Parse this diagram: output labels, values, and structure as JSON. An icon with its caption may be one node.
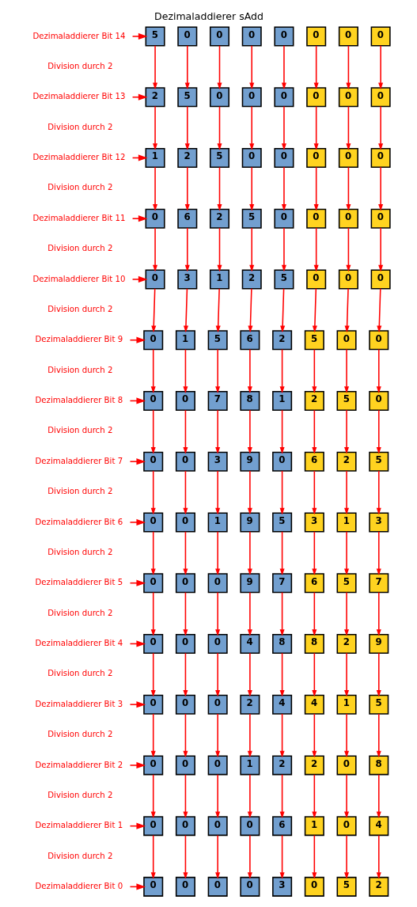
{
  "diagram": {
    "title": "Dezimaladdierer sAdd",
    "nodes": [
      {
        "text": [
          "Dezimaladdierer Bit 14"
        ]
      },
      {
        "text": [
          "5"
        ]
      },
      {
        "text": [
          "0"
        ]
      },
      {
        "text": [
          "0"
        ]
      },
      {
        "text": [
          "0"
        ]
      },
      {
        "text": [
          "0"
        ]
      },
      {
        "text": [
          "0"
        ]
      },
      {
        "text": [
          "0"
        ]
      },
      {
        "text": [
          "0"
        ]
      },
      {
        "text": [
          "Dezimaladdierer Bit 13"
        ]
      },
      {
        "text": [
          "2"
        ]
      },
      {
        "text": [
          "5"
        ]
      },
      {
        "text": [
          "0"
        ]
      },
      {
        "text": [
          "0"
        ]
      },
      {
        "text": [
          "0"
        ]
      },
      {
        "text": [
          "0"
        ]
      },
      {
        "text": [
          "0"
        ]
      },
      {
        "text": [
          "0"
        ]
      },
      {
        "text": [
          "Dezimaladdierer Bit 12"
        ]
      },
      {
        "text": [
          "1"
        ]
      },
      {
        "text": [
          "2"
        ]
      },
      {
        "text": [
          "5"
        ]
      },
      {
        "text": [
          "0"
        ]
      },
      {
        "text": [
          "0"
        ]
      },
      {
        "text": [
          "0"
        ]
      },
      {
        "text": [
          "0"
        ]
      },
      {
        "text": [
          "0"
        ]
      },
      {
        "text": [
          "Dezimaladdierer Bit 11"
        ]
      },
      {
        "text": [
          "0"
        ]
      },
      {
        "text": [
          "6"
        ]
      },
      {
        "text": [
          "2"
        ]
      },
      {
        "text": [
          "5"
        ]
      },
      {
        "text": [
          "0"
        ]
      },
      {
        "text": [
          "0"
        ]
      },
      {
        "text": [
          "0"
        ]
      },
      {
        "text": [
          "0"
        ]
      },
      {
        "text": [
          "Dezimaladdierer Bit 10"
        ]
      },
      {
        "text": [
          "0"
        ]
      },
      {
        "text": [
          "3"
        ]
      },
      {
        "text": [
          "1"
        ]
      },
      {
        "text": [
          "2"
        ]
      },
      {
        "text": [
          "5"
        ]
      },
      {
        "text": [
          "0"
        ]
      },
      {
        "text": [
          "0"
        ]
      },
      {
        "text": [
          "0"
        ]
      },
      {
        "text": [
          "Dezimaladdierer Bit 9"
        ]
      },
      {
        "text": [
          "0"
        ]
      },
      {
        "text": [
          "1"
        ]
      },
      {
        "text": [
          "5"
        ]
      },
      {
        "text": [
          "6"
        ]
      },
      {
        "text": [
          "2"
        ]
      },
      {
        "text": [
          "5"
        ]
      },
      {
        "text": [
          "0"
        ]
      },
      {
        "text": [
          "0"
        ]
      },
      {
        "text": [
          "Dezimaladdierer Bit 8"
        ]
      },
      {
        "text": [
          "0"
        ]
      },
      {
        "text": [
          "0"
        ]
      },
      {
        "text": [
          "7"
        ]
      },
      {
        "text": [
          "8"
        ]
      },
      {
        "text": [
          "1"
        ]
      },
      {
        "text": [
          "2"
        ]
      },
      {
        "text": [
          "5"
        ]
      },
      {
        "text": [
          "0"
        ]
      },
      {
        "text": [
          "Dezimaladdierer Bit 7"
        ]
      },
      {
        "text": [
          "0"
        ]
      },
      {
        "text": [
          "0"
        ]
      },
      {
        "text": [
          "3"
        ]
      },
      {
        "text": [
          "9"
        ]
      },
      {
        "text": [
          "0"
        ]
      },
      {
        "text": [
          "6"
        ]
      },
      {
        "text": [
          "2"
        ]
      },
      {
        "text": [
          "5"
        ]
      },
      {
        "text": [
          "Dezimaladdierer Bit 6"
        ]
      },
      {
        "text": [
          "0"
        ]
      },
      {
        "text": [
          "0"
        ]
      },
      {
        "text": [
          "1"
        ]
      },
      {
        "text": [
          "9"
        ]
      },
      {
        "text": [
          "5"
        ]
      },
      {
        "text": [
          "3"
        ]
      },
      {
        "text": [
          "1"
        ]
      },
      {
        "text": [
          "3"
        ]
      },
      {
        "text": [
          "Dezimaladdierer Bit 5"
        ]
      },
      {
        "text": [
          "0"
        ]
      },
      {
        "text": [
          "0"
        ]
      },
      {
        "text": [
          "0"
        ]
      },
      {
        "text": [
          "9"
        ]
      },
      {
        "text": [
          "7"
        ]
      },
      {
        "text": [
          "6"
        ]
      },
      {
        "text": [
          "5"
        ]
      },
      {
        "text": [
          "7"
        ]
      },
      {
        "text": [
          "Dezimaladdierer Bit 4"
        ]
      },
      {
        "text": [
          "0"
        ]
      },
      {
        "text": [
          "0"
        ]
      },
      {
        "text": [
          "0"
        ]
      },
      {
        "text": [
          "4"
        ]
      },
      {
        "text": [
          "8"
        ]
      },
      {
        "text": [
          "8"
        ]
      },
      {
        "text": [
          "2"
        ]
      },
      {
        "text": [
          "9"
        ]
      },
      {
        "text": [
          "Dezimaladdierer Bit 3"
        ]
      },
      {
        "text": [
          "0"
        ]
      },
      {
        "text": [
          "0"
        ]
      },
      {
        "text": [
          "0"
        ]
      },
      {
        "text": [
          "2"
        ]
      },
      {
        "text": [
          "4"
        ]
      },
      {
        "text": [
          "4"
        ]
      },
      {
        "text": [
          "1"
        ]
      },
      {
        "text": [
          "5"
        ]
      },
      {
        "text": [
          "Dezimaladdierer Bit 2"
        ]
      },
      {
        "text": [
          "0"
        ]
      },
      {
        "text": [
          "0"
        ]
      },
      {
        "text": [
          "0"
        ]
      },
      {
        "text": [
          "1"
        ]
      },
      {
        "text": [
          "2"
        ]
      },
      {
        "text": [
          "2"
        ]
      },
      {
        "text": [
          "0"
        ]
      },
      {
        "text": [
          "8"
        ]
      },
      {
        "text": [
          "Dezimaladdierer Bit 1"
        ]
      },
      {
        "text": [
          "0"
        ]
      },
      {
        "text": [
          "0"
        ]
      },
      {
        "text": [
          "0"
        ]
      },
      {
        "text": [
          "0"
        ]
      },
      {
        "text": [
          "6"
        ]
      },
      {
        "text": [
          "1"
        ]
      },
      {
        "text": [
          "0"
        ]
      },
      {
        "text": [
          "4"
        ]
      },
      {
        "text": [
          "Dezimaladdierer Bit 0"
        ]
      },
      {
        "text": [
          "0"
        ]
      },
      {
        "text": [
          "0"
        ]
      },
      {
        "text": [
          "0"
        ]
      },
      {
        "text": [
          "0"
        ]
      },
      {
        "text": [
          "3"
        ]
      },
      {
        "text": [
          "0"
        ]
      },
      {
        "text": [
          "5"
        ]
      },
      {
        "text": [
          "2"
        ]
      }
    ],
    "edges": [
      {
        "from": 0,
        "to": 1,
        "arrow": "to"
      },
      {
        "from": 1,
        "to": 10,
        "arrow": "to"
      },
      {
        "from": 2,
        "to": 11,
        "arrow": "to"
      },
      {
        "from": 3,
        "to": 12,
        "arrow": "to"
      },
      {
        "from": 4,
        "to": 13,
        "arrow": "to"
      },
      {
        "from": 5,
        "to": 14,
        "arrow": "to"
      },
      {
        "from": 6,
        "to": 15,
        "arrow": "to"
      },
      {
        "from": 7,
        "to": 16,
        "arrow": "to"
      },
      {
        "from": 8,
        "to": 17,
        "arrow": "to"
      },
      {
        "from": 9,
        "to": 10,
        "arrow": "to"
      },
      {
        "from": 10,
        "to": 19,
        "arrow": "to"
      },
      {
        "from": 11,
        "to": 20,
        "arrow": "to"
      },
      {
        "from": 12,
        "to": 21,
        "arrow": "to"
      },
      {
        "from": 13,
        "to": 22,
        "arrow": "to"
      },
      {
        "from": 14,
        "to": 23,
        "arrow": "to"
      },
      {
        "from": 15,
        "to": 24,
        "arrow": "to"
      },
      {
        "from": 16,
        "to": 25,
        "arrow": "to"
      },
      {
        "from": 17,
        "to": 26,
        "arrow": "to"
      },
      {
        "from": 18,
        "to": 19,
        "arrow": "to"
      },
      {
        "from": 19,
        "to": 28,
        "arrow": "to"
      },
      {
        "from": 20,
        "to": 29,
        "arrow": "to"
      },
      {
        "from": 21,
        "to": 30,
        "arrow": "to"
      },
      {
        "from": 22,
        "to": 31,
        "arrow": "to"
      },
      {
        "from": 23,
        "to": 32,
        "arrow": "to"
      },
      {
        "from": 24,
        "to": 33,
        "arrow": "to"
      },
      {
        "from": 25,
        "to": 34,
        "arrow": "to"
      },
      {
        "from": 26,
        "to": 35,
        "arrow": "to"
      },
      {
        "from": 27,
        "to": 28,
        "arrow": "to"
      },
      {
        "from": 28,
        "to": 37,
        "arrow": "to"
      },
      {
        "from": 29,
        "to": 38,
        "arrow": "to"
      },
      {
        "from": 30,
        "to": 39,
        "arrow": "to"
      },
      {
        "from": 31,
        "to": 40,
        "arrow": "to"
      },
      {
        "from": 32,
        "to": 41,
        "arrow": "to"
      },
      {
        "from": 33,
        "to": 42,
        "arrow": "to"
      },
      {
        "from": 34,
        "to": 43,
        "arrow": "to"
      },
      {
        "from": 35,
        "to": 44,
        "arrow": "to"
      },
      {
        "from": 36,
        "to": 37,
        "arrow": "to"
      },
      {
        "from": 37,
        "to": 46,
        "arrow": "to"
      },
      {
        "from": 38,
        "to": 47,
        "arrow": "to"
      },
      {
        "from": 39,
        "to": 48,
        "arrow": "to"
      },
      {
        "from": 40,
        "to": 49,
        "arrow": "to"
      },
      {
        "from": 41,
        "to": 50,
        "arrow": "to"
      },
      {
        "from": 42,
        "to": 51,
        "arrow": "to"
      },
      {
        "from": 43,
        "to": 52,
        "arrow": "to"
      },
      {
        "from": 44,
        "to": 53,
        "arrow": "to"
      },
      {
        "from": 45,
        "to": 46,
        "arrow": "to"
      },
      {
        "from": 46,
        "to": 55,
        "arrow": "to"
      },
      {
        "from": 47,
        "to": 56,
        "arrow": "to"
      },
      {
        "from": 48,
        "to": 57,
        "arrow": "to"
      },
      {
        "from": 49,
        "to": 58,
        "arrow": "to"
      },
      {
        "from": 50,
        "to": 59,
        "arrow": "to"
      },
      {
        "from": 51,
        "to": 60,
        "arrow": "to"
      },
      {
        "from": 52,
        "to": 61,
        "arrow": "to"
      },
      {
        "from": 53,
        "to": 62,
        "arrow": "to"
      },
      {
        "from": 54,
        "to": 55,
        "arrow": "to"
      },
      {
        "from": 55,
        "to": 64,
        "arrow": "to"
      },
      {
        "from": 56,
        "to": 65,
        "arrow": "to"
      },
      {
        "from": 57,
        "to": 66,
        "arrow": "to"
      },
      {
        "from": 58,
        "to": 67,
        "arrow": "to"
      },
      {
        "from": 59,
        "to": 68,
        "arrow": "to"
      },
      {
        "from": 60,
        "to": 69,
        "arrow": "to"
      },
      {
        "from": 61,
        "to": 70,
        "arrow": "to"
      },
      {
        "from": 62,
        "to": 71,
        "arrow": "to"
      },
      {
        "from": 63,
        "to": 64,
        "arrow": "to"
      },
      {
        "from": 64,
        "to": 73,
        "arrow": "to"
      },
      {
        "from": 65,
        "to": 74,
        "arrow": "to"
      },
      {
        "from": 66,
        "to": 75,
        "arrow": "to"
      },
      {
        "from": 67,
        "to": 76,
        "arrow": "to"
      },
      {
        "from": 68,
        "to": 77,
        "arrow": "to"
      },
      {
        "from": 69,
        "to": 78,
        "arrow": "to"
      },
      {
        "from": 70,
        "to": 79,
        "arrow": "to"
      },
      {
        "from": 71,
        "to": 80,
        "arrow": "to"
      },
      {
        "from": 72,
        "to": 73,
        "arrow": "to"
      },
      {
        "from": 73,
        "to": 82,
        "arrow": "to"
      },
      {
        "from": 74,
        "to": 83,
        "arrow": "to"
      },
      {
        "from": 75,
        "to": 84,
        "arrow": "to"
      },
      {
        "from": 76,
        "to": 85,
        "arrow": "to"
      },
      {
        "from": 77,
        "to": 86,
        "arrow": "to"
      },
      {
        "from": 78,
        "to": 87,
        "arrow": "to"
      },
      {
        "from": 79,
        "to": 88,
        "arrow": "to"
      },
      {
        "from": 80,
        "to": 89,
        "arrow": "to"
      },
      {
        "from": 81,
        "to": 82,
        "arrow": "to"
      },
      {
        "from": 82,
        "to": 91,
        "arrow": "to"
      },
      {
        "from": 83,
        "to": 92,
        "arrow": "to"
      },
      {
        "from": 84,
        "to": 93,
        "arrow": "to"
      },
      {
        "from": 85,
        "to": 94,
        "arrow": "to"
      },
      {
        "from": 86,
        "to": 95,
        "arrow": "to"
      },
      {
        "from": 87,
        "to": 96,
        "arrow": "to"
      },
      {
        "from": 88,
        "to": 97,
        "arrow": "to"
      },
      {
        "from": 89,
        "to": 98,
        "arrow": "to"
      },
      {
        "from": 90,
        "to": 91,
        "arrow": "to"
      },
      {
        "from": 91,
        "to": 100,
        "arrow": "to"
      },
      {
        "from": 92,
        "to": 101,
        "arrow": "to"
      },
      {
        "from": 93,
        "to": 102,
        "arrow": "to"
      },
      {
        "from": 94,
        "to": 103,
        "arrow": "to"
      },
      {
        "from": 95,
        "to": 104,
        "arrow": "to"
      },
      {
        "from": 96,
        "to": 105,
        "arrow": "to"
      },
      {
        "from": 97,
        "to": 106,
        "arrow": "to"
      },
      {
        "from": 98,
        "to": 107,
        "arrow": "to"
      },
      {
        "from": 99,
        "to": 100,
        "arrow": "to"
      },
      {
        "from": 100,
        "to": 109,
        "arrow": "to"
      },
      {
        "from": 101,
        "to": 110,
        "arrow": "to"
      },
      {
        "from": 102,
        "to": 111,
        "arrow": "to"
      },
      {
        "from": 103,
        "to": 112,
        "arrow": "to"
      },
      {
        "from": 104,
        "to": 113,
        "arrow": "to"
      },
      {
        "from": 105,
        "to": 114,
        "arrow": "to"
      },
      {
        "from": 106,
        "to": 115,
        "arrow": "to"
      },
      {
        "from": 107,
        "to": 116,
        "arrow": "to"
      },
      {
        "from": 108,
        "to": 109,
        "arrow": "to"
      },
      {
        "from": 109,
        "to": 118,
        "arrow": "to"
      },
      {
        "from": 110,
        "to": 119,
        "arrow": "to"
      },
      {
        "from": 111,
        "to": 120,
        "arrow": "to"
      },
      {
        "from": 112,
        "to": 121,
        "arrow": "to"
      },
      {
        "from": 113,
        "to": 122,
        "arrow": "to"
      },
      {
        "from": 114,
        "to": 123,
        "arrow": "to"
      },
      {
        "from": 115,
        "to": 124,
        "arrow": "to"
      },
      {
        "from": 116,
        "to": 125,
        "arrow": "to"
      },
      {
        "from": 117,
        "to": 118,
        "arrow": "to"
      },
      {
        "from": 118,
        "to": 127,
        "arrow": "to"
      },
      {
        "from": 119,
        "to": 128,
        "arrow": "to"
      },
      {
        "from": 120,
        "to": 129,
        "arrow": "to"
      },
      {
        "from": 121,
        "to": 130,
        "arrow": "to"
      },
      {
        "from": 122,
        "to": 131,
        "arrow": "to"
      },
      {
        "from": 123,
        "to": 132,
        "arrow": "to"
      },
      {
        "from": 124,
        "to": 133,
        "arrow": "to"
      },
      {
        "from": 125,
        "to": 134,
        "arrow": "to"
      },
      {
        "from": 126,
        "to": 127,
        "arrow": "to"
      }
    ],
    "labels": [
      "Division durch 2",
      "Division durch 2",
      "Division durch 2",
      "Division durch 2",
      "Division durch 2",
      "Division durch 2",
      "Division durch 2",
      "Division durch 2",
      "Division durch 2",
      "Division durch 2",
      "Division durch 2",
      "Division durch 2",
      "Division durch 2",
      "Division durch 2"
    ]
  }
}
